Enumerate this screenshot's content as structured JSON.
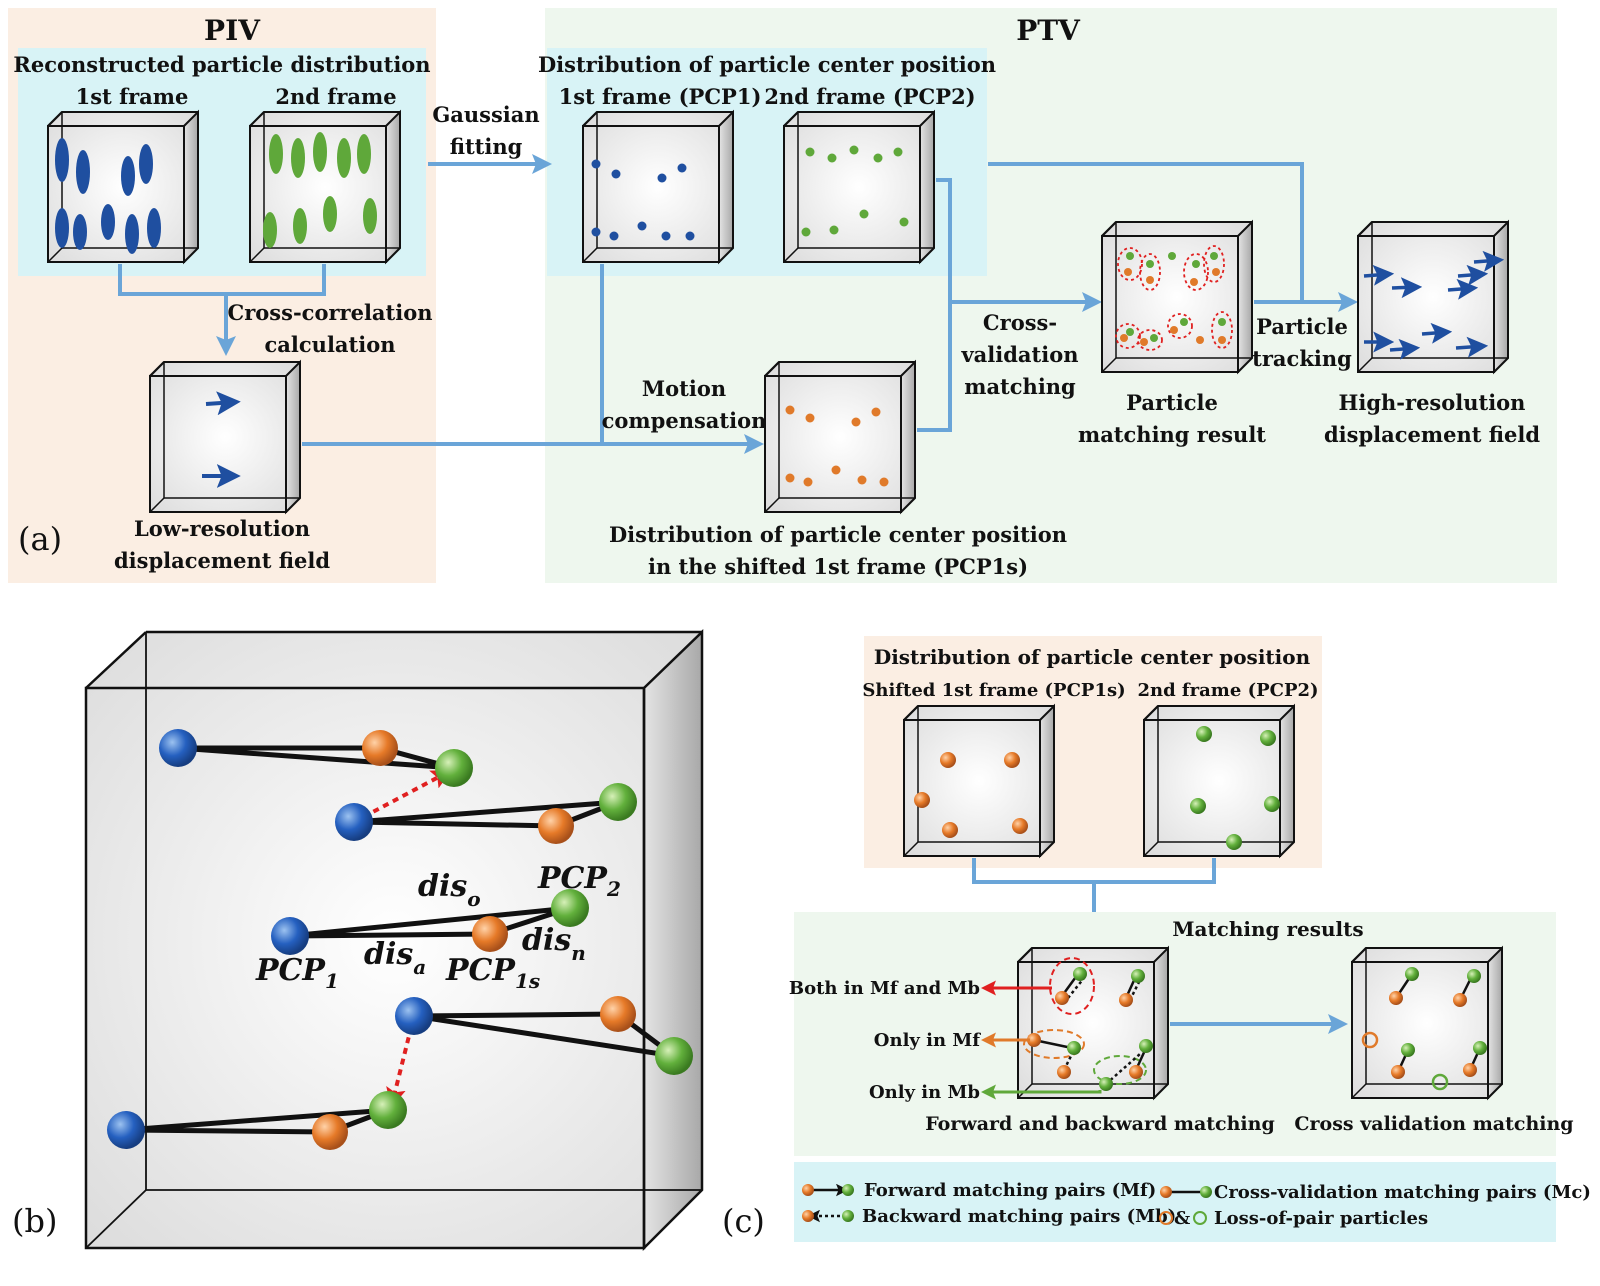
{
  "panel_a": {
    "letter": "(a)",
    "piv": {
      "title": "PIV",
      "recon_label": "Reconstructed particle distribution",
      "frame1_label": "1st frame",
      "frame2_label": "2nd frame",
      "cross_corr_line1": "Cross-correlation",
      "cross_corr_line2": "calculation",
      "low_res_line1": "Low-resolution",
      "low_res_line2": "displacement field"
    },
    "ptv": {
      "title": "PTV",
      "dist_label": "Distribution of particle center position",
      "frame1_label": "1st frame (PCP1)",
      "frame2_label": "2nd frame (PCP2)",
      "gauss_line1": "Gaussian",
      "gauss_line2": "fitting",
      "motion_line1": "Motion",
      "motion_line2": "compensation",
      "shifted_line1": "Distribution of particle center position",
      "shifted_line2": "in the shifted 1st frame (PCP1s)",
      "cross_val_line1": "Cross-",
      "cross_val_line2": "validation",
      "cross_val_line3": "matching",
      "match_line1": "Particle",
      "match_line2": "matching result",
      "tracking_line1": "Particle",
      "tracking_line2": "tracking",
      "highres_line1": "High-resolution",
      "highres_line2": "displacement field"
    }
  },
  "panel_b": {
    "letter": "(b)",
    "dis_o": "dis",
    "dis_o_sub": "o",
    "dis_a": "dis",
    "dis_a_sub": "a",
    "dis_n": "dis",
    "dis_n_sub": "n",
    "pcp1": "PCP",
    "pcp1_sub": "1",
    "pcp1s": "PCP",
    "pcp1s_sub": "1s",
    "pcp2": "PCP",
    "pcp2_sub": "2"
  },
  "panel_c": {
    "letter": "(c)",
    "dist_label": "Distribution of particle center position",
    "shifted_label": "Shifted 1st frame (PCP1s)",
    "frame2_label": "2nd frame (PCP2)",
    "matching_results": "Matching results",
    "both_label": "Both in Mf and Mb",
    "only_f_label": "Only in Mf",
    "only_b_label": "Only in Mb",
    "fb_caption": "Forward and backward matching",
    "cv_caption": "Cross validation matching",
    "legend": {
      "forward": "Forward matching pairs (Mf)",
      "backward": "Backward matching pairs (Mb)",
      "cross_val": "Cross-validation matching pairs (Mc)",
      "loss": "Loss-of-pair particles",
      "amp": "&"
    }
  },
  "colors": {
    "piv_bg": "#fbeee3",
    "ptv_bg": "#eef7ee",
    "cyan_bg": "#d8f3f6",
    "arrow_blue": "#6aa5d8",
    "particle_blue": "#1f4fa0",
    "particle_green": "#5fa83a",
    "particle_orange": "#e07a2a",
    "dashed_red": "#e02020"
  }
}
